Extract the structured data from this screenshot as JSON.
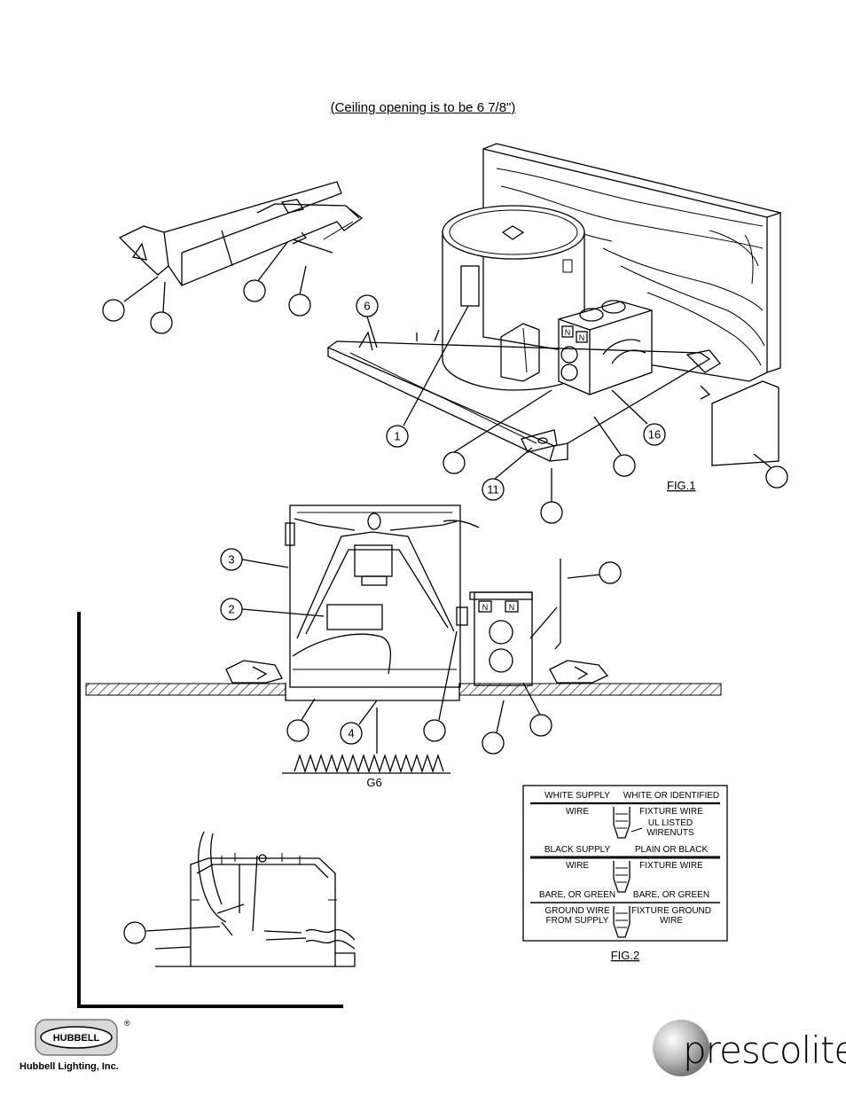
{
  "title": "(Ceiling opening is to be 6 7/8\")",
  "fig1": {
    "label": "FIG.1",
    "callouts": [
      "6",
      "1",
      "16",
      "11"
    ]
  },
  "fig3": {
    "callouts": [
      "3",
      "2",
      "4"
    ],
    "trim_label": "G6"
  },
  "fig2": {
    "label": "FIG.2",
    "rows": [
      {
        "left_top": "WHITE SUPPLY",
        "left_bottom": "WIRE",
        "right_top": "WHITE OR IDENTIFIED",
        "right_bottom": "FIXTURE WIRE"
      },
      {
        "left_top": "BLACK SUPPLY",
        "left_bottom": "WIRE",
        "right_top": "PLAIN OR BLACK",
        "right_bottom": "FIXTURE WIRE"
      },
      {
        "left_top": "BARE, OR GREEN",
        "left_bottom": "GROUND WIRE",
        "left_bottom2": "FROM SUPPLY",
        "right_top": "BARE, OR GREEN",
        "right_bottom": "FIXTURE GROUND",
        "right_bottom2": "WIRE"
      }
    ],
    "wirenut_label_1": "UL LISTED",
    "wirenut_label_2": "WIRENUTS"
  },
  "footer": {
    "hubbell_logo_text": "HUBBELL",
    "registered_mark": "®",
    "hubbell_caption": "Hubbell Lighting, Inc.",
    "brand": "prescolite"
  }
}
